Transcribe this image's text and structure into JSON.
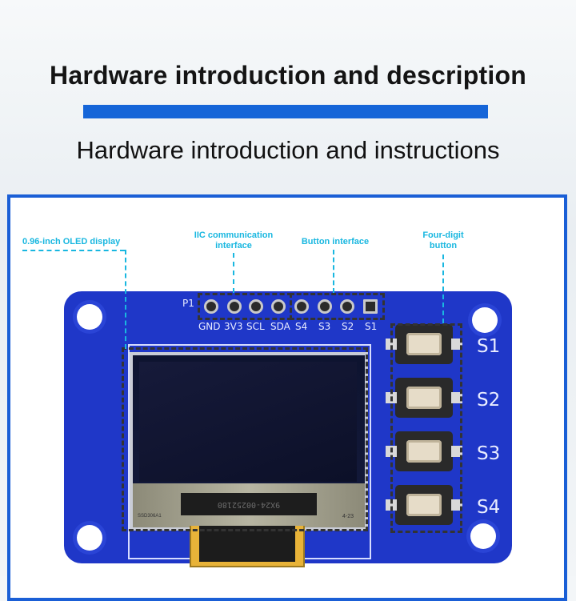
{
  "header": {
    "title": "Hardware introduction and description",
    "subtitle": "Hardware introduction and instructions"
  },
  "callouts": {
    "oled": "0.96-inch OLED display",
    "iic_line1": "IIC communication",
    "iic_line2": "interface",
    "button_iface": "Button interface",
    "four_digit_line1": "Four-digit",
    "four_digit_line2": "button"
  },
  "board": {
    "header_label": "P1",
    "pins": [
      "GND",
      "3V3",
      "SCL",
      "SDA",
      "S4",
      "S3",
      "S2",
      "S1"
    ],
    "buttons": [
      "S1",
      "S2",
      "S3",
      "S4"
    ],
    "oled_code": "9X24-00252180",
    "oled_left_mark": "SSD306A1",
    "oled_right_mark": "4-23"
  },
  "colors": {
    "accent": "#1565d8",
    "callout": "#19b7e0",
    "pcb": "#1f37c8"
  }
}
